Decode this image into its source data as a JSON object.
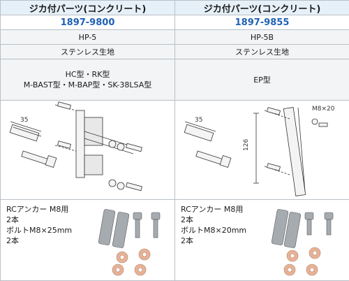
{
  "columns": [
    {
      "header": "ジカ付パーツ(コンクリート)",
      "code": "1897-9800",
      "model": "HP-5",
      "material": "ステンレス生地",
      "compat_lines": [
        "HC型・RK型",
        "M-BAST型・M-BAP型・SK-38LSA型"
      ],
      "diagram_dim": "35",
      "contents": [
        "RCアンカー M8用",
        "2本",
        "ボルトM8×25mm",
        "2本"
      ]
    },
    {
      "header": "ジカ付パーツ(コンクリート)",
      "code": "1897-9855",
      "model": "HP-5B",
      "material": "ステンレス生地",
      "compat_lines": [
        "EP型"
      ],
      "diagram_dim": "35",
      "diagram_height": "126",
      "diagram_bolt": "M8×20",
      "contents": [
        "RCアンカー M8用",
        "2本",
        "ボルトM8×20mm",
        "2本"
      ]
    }
  ],
  "colors": {
    "accent": "#1f61b5",
    "header_bg": "#e6f0f8",
    "row_bg": "#f2f4f5",
    "border": "#b9c0c7"
  }
}
